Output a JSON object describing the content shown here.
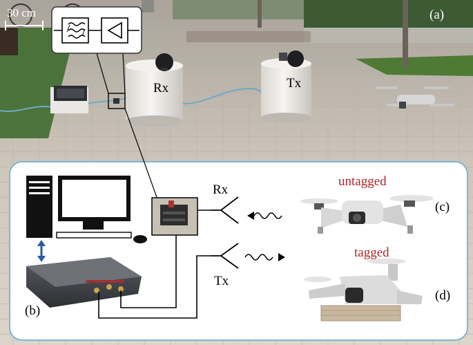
{
  "photo": {
    "panel_label": "(a)",
    "scale_label": "30 cm",
    "rx_label": "Rx",
    "tx_label": "Tx"
  },
  "schematic": {
    "panel_label": "(b)",
    "rx_label": "Rx",
    "tx_label": "Tx"
  },
  "drones": {
    "untagged_label": "untagged",
    "untagged_panel": "(c)",
    "tagged_label": "tagged",
    "tagged_panel": "(d)"
  },
  "filter_chain": {
    "blocks": [
      "bandpass-filter-icon",
      "amplifier-icon"
    ]
  },
  "colors": {
    "drone_label": "#b0262a",
    "arrow": "#2a5aa0",
    "panel_border": "#7fb5d0"
  }
}
